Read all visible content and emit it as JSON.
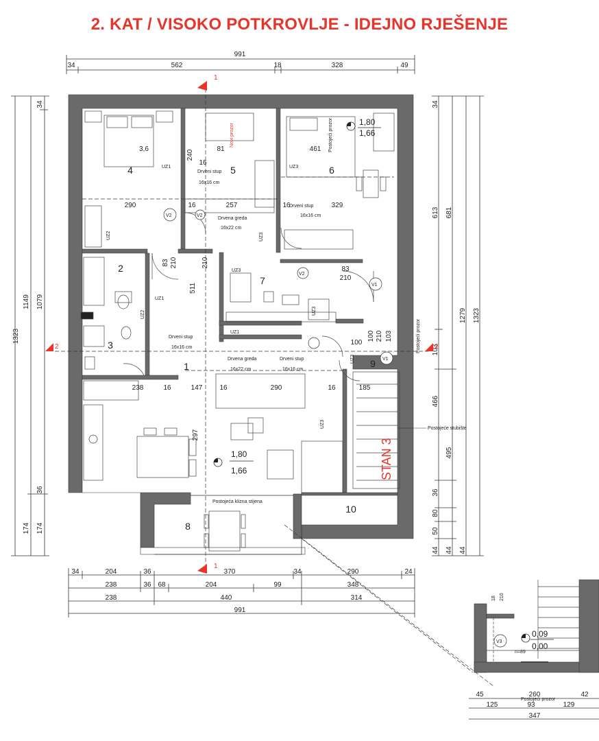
{
  "title": "2. KAT / VISOKO POTKROVLJE - IDEJNO RJEŠENJE",
  "colors": {
    "title": "#e8342a",
    "wall": "#6a6a6a",
    "line": "#333333",
    "accent": "#e8342a"
  },
  "dims_top": {
    "total": "991",
    "a": "34",
    "b": "562",
    "c": "18",
    "d": "328",
    "e": "49"
  },
  "dims_left": {
    "a": "1323",
    "b": "1149",
    "c": "1079",
    "d": "34",
    "e": "36",
    "f": "174",
    "g": "174"
  },
  "dims_right": {
    "a": "34",
    "b": "613",
    "c": "681",
    "d": "1279",
    "e": "1323",
    "f": "103",
    "g": "466",
    "h": "495",
    "i": "36",
    "j": "80",
    "k": "50",
    "l1": "44",
    "l2": "44",
    "l3": "44"
  },
  "dims_bottom": {
    "row1": [
      "34",
      "204",
      "36",
      "370",
      "34",
      "290",
      "24"
    ],
    "row2": [
      "238",
      "36",
      "68",
      "204",
      "99",
      "348"
    ],
    "row3": [
      "238",
      "440",
      "314"
    ],
    "row4": "991"
  },
  "rooms": {
    "r1": "1",
    "r2": "2",
    "r3": "3",
    "r4": "4",
    "r5": "5",
    "r6": "6",
    "r7": "7",
    "r8": "8",
    "r9": "9",
    "r10": "10"
  },
  "interior_dims": {
    "d1": "3,6",
    "d2": "240",
    "d3": "81",
    "d4": "461",
    "d5": "290",
    "d6": "16",
    "d7": "257",
    "d8": "16",
    "d9": "329",
    "d10": "83",
    "d11": "210",
    "d12": "210",
    "d13": "511",
    "d14": "83",
    "d15": "210",
    "d16": "100",
    "d17": "210",
    "d18": "100",
    "d19": "103",
    "d20": "238",
    "d21": "16",
    "d22": "147",
    "d23": "16",
    "d24": "290",
    "d25": "16",
    "d26": "185",
    "d27": "297",
    "d28": "16"
  },
  "labels": {
    "uz1a": "UZ1",
    "uz1b": "UZ1",
    "uz1c": "UZ1",
    "uz2a": "UZ2",
    "uz2b": "UZ2",
    "uz3a": "UZ3",
    "uz3b": "UZ3",
    "uz3c": "UZ3",
    "uz3d": "UZ3",
    "uz3e": "UZ3",
    "uz3f": "UZ3",
    "v1a": "V1",
    "v1b": "V1",
    "v2a": "V2",
    "v2b": "V2",
    "v2c": "V2",
    "v3": "V3",
    "drveni_stup_1": "Drveni stup",
    "stup_dim_1": "16x16 cm",
    "drveni_stup_2": "Drveni stup",
    "stup_dim_2": "16x16 cm",
    "drveni_stup_3": "Drveni stup",
    "stup_dim_3": "16x16 cm",
    "drveni_stup_4": "Drveni stup",
    "stup_dim_4": "16x16 cm",
    "drvena_greda_1": "Drvena greda",
    "greda_dim_1": "16x22 cm",
    "drvena_greda_2": "Drvena greda",
    "greda_dim_2": "16x22 cm",
    "novi_prozor": "Novi prozor",
    "postojeci_prozor_1": "Postojeći prozor",
    "postojeci_prozor_2": "Postojeći prozor",
    "postojeci_prozor_3": "Postojeći prozor",
    "postojeca_stuba": "Postojeće stubište",
    "klizna_stijena": "Postojeća klizna stijena",
    "stan": "STAN 3",
    "level_a_top": "1,80",
    "level_a_bot": "1,66",
    "level_b_top": "1,80",
    "level_b_bot": "1,66",
    "level_c_top": "0,09",
    "level_c_bot": "0,00",
    "n89": "n=89",
    "cut1_top": "1",
    "cut1_bot": "1",
    "cut2_left": "2",
    "cut2_right": "2"
  },
  "detail_dims": {
    "a": "45",
    "b": "260",
    "c": "42",
    "d": "125",
    "e": "93",
    "f": "129",
    "g": "347",
    "h": "18",
    "i": "210"
  }
}
